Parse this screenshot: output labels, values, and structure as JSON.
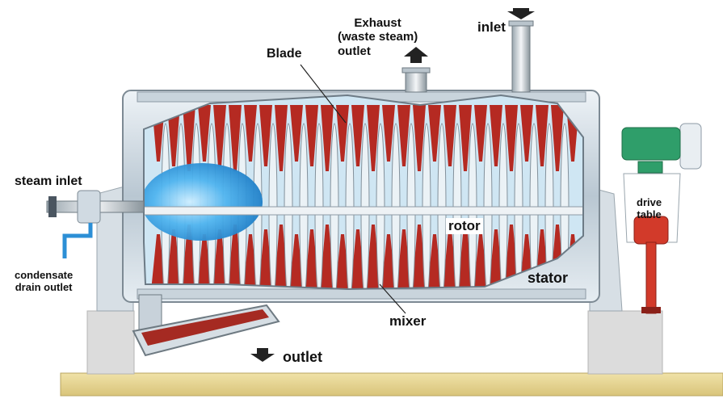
{
  "labels": {
    "exhaust": [
      "Exhaust",
      "(waste steam)",
      "outlet"
    ],
    "inlet": "inlet",
    "blade": "Blade",
    "steam_inlet": "steam inlet",
    "rotor": "rotor",
    "stator": "stator",
    "drive_table": [
      "drive",
      "table"
    ],
    "condensate": [
      "condensate",
      "drain outlet"
    ],
    "mixer": "mixer",
    "outlet": "outlet"
  },
  "colors": {
    "product_red": "#b52a22",
    "steam_blue": "#3a9fe0",
    "metal_light": "#d9e4ec",
    "metal_dark": "#8d9aa5",
    "base_wood": "#e8d898",
    "support_stone": "#dcdcdc",
    "motor_green": "#2f9e6a",
    "motor_red": "#d23a2a",
    "arrow": "#222222"
  }
}
